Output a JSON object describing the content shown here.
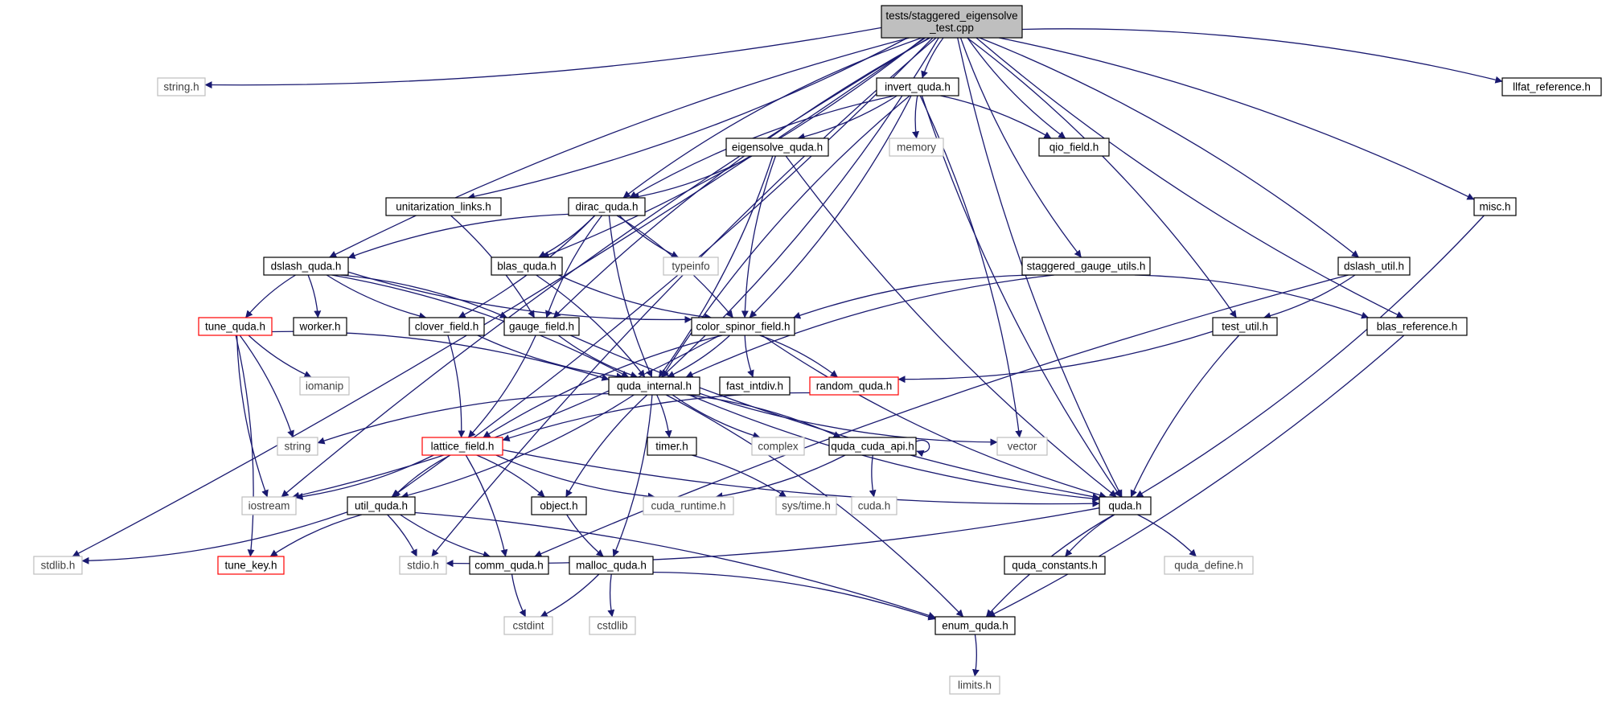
{
  "graph": {
    "colors": {
      "edge": "#191970",
      "root_fill": "#bfbfbf",
      "node_border": "#000000",
      "external_border": "#bfbfbf",
      "external_text": "#404040",
      "truncated_border": "#ff0000",
      "text": "#000000"
    },
    "nodes": [
      {
        "id": "root",
        "lines": [
          "tests/staggered_eigensolve",
          "_test.cpp"
        ],
        "kind": "root"
      },
      {
        "id": "string_h",
        "lines": [
          "string.h"
        ],
        "kind": "external"
      },
      {
        "id": "invert_quda",
        "lines": [
          "invert_quda.h"
        ],
        "kind": "normal"
      },
      {
        "id": "llfat_ref",
        "lines": [
          "llfat_reference.h"
        ],
        "kind": "normal"
      },
      {
        "id": "eigensolve_quda",
        "lines": [
          "eigensolve_quda.h"
        ],
        "kind": "normal"
      },
      {
        "id": "memory",
        "lines": [
          "memory"
        ],
        "kind": "external"
      },
      {
        "id": "qio_field",
        "lines": [
          "qio_field.h"
        ],
        "kind": "normal"
      },
      {
        "id": "unitarization",
        "lines": [
          "unitarization_links.h"
        ],
        "kind": "normal"
      },
      {
        "id": "dirac_quda",
        "lines": [
          "dirac_quda.h"
        ],
        "kind": "normal"
      },
      {
        "id": "misc",
        "lines": [
          "misc.h"
        ],
        "kind": "normal"
      },
      {
        "id": "dslash_quda",
        "lines": [
          "dslash_quda.h"
        ],
        "kind": "normal"
      },
      {
        "id": "blas_quda",
        "lines": [
          "blas_quda.h"
        ],
        "kind": "normal"
      },
      {
        "id": "typeinfo",
        "lines": [
          "typeinfo"
        ],
        "kind": "external"
      },
      {
        "id": "staggered_gauge",
        "lines": [
          "staggered_gauge_utils.h"
        ],
        "kind": "normal"
      },
      {
        "id": "dslash_util",
        "lines": [
          "dslash_util.h"
        ],
        "kind": "normal"
      },
      {
        "id": "tune_quda",
        "lines": [
          "tune_quda.h"
        ],
        "kind": "truncated"
      },
      {
        "id": "worker",
        "lines": [
          "worker.h"
        ],
        "kind": "normal"
      },
      {
        "id": "clover_field",
        "lines": [
          "clover_field.h"
        ],
        "kind": "normal"
      },
      {
        "id": "gauge_field",
        "lines": [
          "gauge_field.h"
        ],
        "kind": "normal"
      },
      {
        "id": "color_spinor",
        "lines": [
          "color_spinor_field.h"
        ],
        "kind": "normal"
      },
      {
        "id": "test_util",
        "lines": [
          "test_util.h"
        ],
        "kind": "normal"
      },
      {
        "id": "blas_ref",
        "lines": [
          "blas_reference.h"
        ],
        "kind": "normal"
      },
      {
        "id": "iomanip",
        "lines": [
          "iomanip"
        ],
        "kind": "external"
      },
      {
        "id": "quda_internal",
        "lines": [
          "quda_internal.h"
        ],
        "kind": "normal"
      },
      {
        "id": "fast_intdiv",
        "lines": [
          "fast_intdiv.h"
        ],
        "kind": "normal"
      },
      {
        "id": "random_quda",
        "lines": [
          "random_quda.h"
        ],
        "kind": "truncated"
      },
      {
        "id": "string",
        "lines": [
          "string"
        ],
        "kind": "external"
      },
      {
        "id": "lattice_field",
        "lines": [
          "lattice_field.h"
        ],
        "kind": "truncated"
      },
      {
        "id": "timer",
        "lines": [
          "timer.h"
        ],
        "kind": "normal"
      },
      {
        "id": "complex",
        "lines": [
          "complex"
        ],
        "kind": "external"
      },
      {
        "id": "quda_cuda_api",
        "lines": [
          "quda_cuda_api.h"
        ],
        "kind": "normal"
      },
      {
        "id": "vector",
        "lines": [
          "vector"
        ],
        "kind": "external"
      },
      {
        "id": "iostream",
        "lines": [
          "iostream"
        ],
        "kind": "external"
      },
      {
        "id": "util_quda",
        "lines": [
          "util_quda.h"
        ],
        "kind": "normal"
      },
      {
        "id": "object",
        "lines": [
          "object.h"
        ],
        "kind": "normal"
      },
      {
        "id": "cuda_runtime",
        "lines": [
          "cuda_runtime.h"
        ],
        "kind": "external"
      },
      {
        "id": "sys_time",
        "lines": [
          "sys/time.h"
        ],
        "kind": "external"
      },
      {
        "id": "cuda_h",
        "lines": [
          "cuda.h"
        ],
        "kind": "external"
      },
      {
        "id": "quda_h",
        "lines": [
          "quda.h"
        ],
        "kind": "normal"
      },
      {
        "id": "stdlib",
        "lines": [
          "stdlib.h"
        ],
        "kind": "external"
      },
      {
        "id": "tune_key",
        "lines": [
          "tune_key.h"
        ],
        "kind": "truncated"
      },
      {
        "id": "stdio",
        "lines": [
          "stdio.h"
        ],
        "kind": "external"
      },
      {
        "id": "comm_quda",
        "lines": [
          "comm_quda.h"
        ],
        "kind": "normal"
      },
      {
        "id": "malloc_quda",
        "lines": [
          "malloc_quda.h"
        ],
        "kind": "normal"
      },
      {
        "id": "quda_constants",
        "lines": [
          "quda_constants.h"
        ],
        "kind": "normal"
      },
      {
        "id": "quda_define",
        "lines": [
          "quda_define.h"
        ],
        "kind": "external"
      },
      {
        "id": "cstdint",
        "lines": [
          "cstdint"
        ],
        "kind": "external"
      },
      {
        "id": "cstdlib",
        "lines": [
          "cstdlib"
        ],
        "kind": "external"
      },
      {
        "id": "enum_quda",
        "lines": [
          "enum_quda.h"
        ],
        "kind": "normal"
      },
      {
        "id": "limits",
        "lines": [
          "limits.h"
        ],
        "kind": "external"
      }
    ],
    "edges": [
      [
        "root",
        "string_h"
      ],
      [
        "root",
        "invert_quda"
      ],
      [
        "root",
        "llfat_ref"
      ],
      [
        "root",
        "qio_field"
      ],
      [
        "root",
        "unitarization"
      ],
      [
        "root",
        "dirac_quda"
      ],
      [
        "root",
        "misc"
      ],
      [
        "root",
        "dslash_quda"
      ],
      [
        "root",
        "blas_quda"
      ],
      [
        "root",
        "staggered_gauge"
      ],
      [
        "root",
        "dslash_util"
      ],
      [
        "root",
        "gauge_field"
      ],
      [
        "root",
        "test_util"
      ],
      [
        "root",
        "blas_ref"
      ],
      [
        "root",
        "quda_internal"
      ],
      [
        "root",
        "iostream"
      ],
      [
        "root",
        "util_quda"
      ],
      [
        "root",
        "quda_h"
      ],
      [
        "root",
        "stdlib"
      ],
      [
        "root",
        "stdio"
      ],
      [
        "invert_quda",
        "eigensolve_quda"
      ],
      [
        "invert_quda",
        "memory"
      ],
      [
        "invert_quda",
        "qio_field"
      ],
      [
        "invert_quda",
        "dirac_quda"
      ],
      [
        "invert_quda",
        "color_spinor"
      ],
      [
        "invert_quda",
        "quda_internal"
      ],
      [
        "invert_quda",
        "vector"
      ],
      [
        "invert_quda",
        "quda_h"
      ],
      [
        "eigensolve_quda",
        "dirac_quda"
      ],
      [
        "eigensolve_quda",
        "color_spinor"
      ],
      [
        "eigensolve_quda",
        "quda_internal"
      ],
      [
        "eigensolve_quda",
        "quda_h"
      ],
      [
        "unitarization",
        "gauge_field"
      ],
      [
        "dirac_quda",
        "dslash_quda"
      ],
      [
        "dirac_quda",
        "blas_quda"
      ],
      [
        "dirac_quda",
        "typeinfo"
      ],
      [
        "dirac_quda",
        "clover_field"
      ],
      [
        "dirac_quda",
        "gauge_field"
      ],
      [
        "dirac_quda",
        "color_spinor"
      ],
      [
        "dirac_quda",
        "quda_internal"
      ],
      [
        "misc",
        "quda_h"
      ],
      [
        "dslash_quda",
        "tune_quda"
      ],
      [
        "dslash_quda",
        "worker"
      ],
      [
        "dslash_quda",
        "clover_field"
      ],
      [
        "dslash_quda",
        "gauge_field"
      ],
      [
        "dslash_quda",
        "color_spinor"
      ],
      [
        "dslash_quda",
        "quda_internal"
      ],
      [
        "blas_quda",
        "color_spinor"
      ],
      [
        "blas_quda",
        "quda_internal"
      ],
      [
        "staggered_gauge",
        "color_spinor"
      ],
      [
        "staggered_gauge",
        "blas_ref"
      ],
      [
        "staggered_gauge",
        "quda_internal"
      ],
      [
        "dslash_util",
        "test_util"
      ],
      [
        "dslash_util",
        "comm_quda"
      ],
      [
        "tune_quda",
        "quda_internal"
      ],
      [
        "tune_quda",
        "iomanip"
      ],
      [
        "tune_quda",
        "string"
      ],
      [
        "tune_quda",
        "iostream"
      ],
      [
        "tune_quda",
        "tune_key"
      ],
      [
        "clover_field",
        "quda_internal"
      ],
      [
        "clover_field",
        "lattice_field"
      ],
      [
        "gauge_field",
        "quda_internal"
      ],
      [
        "gauge_field",
        "lattice_field"
      ],
      [
        "gauge_field",
        "quda_h"
      ],
      [
        "color_spinor",
        "quda_internal"
      ],
      [
        "color_spinor",
        "fast_intdiv"
      ],
      [
        "color_spinor",
        "random_quda"
      ],
      [
        "color_spinor",
        "lattice_field"
      ],
      [
        "color_spinor",
        "iostream"
      ],
      [
        "color_spinor",
        "quda_h"
      ],
      [
        "test_util",
        "random_quda"
      ],
      [
        "test_util",
        "quda_h"
      ],
      [
        "blas_ref",
        "enum_quda"
      ],
      [
        "quda_internal",
        "string"
      ],
      [
        "quda_internal",
        "timer"
      ],
      [
        "quda_internal",
        "complex"
      ],
      [
        "quda_internal",
        "quda_cuda_api"
      ],
      [
        "quda_internal",
        "vector"
      ],
      [
        "quda_internal",
        "util_quda"
      ],
      [
        "quda_internal",
        "object"
      ],
      [
        "quda_internal",
        "malloc_quda"
      ],
      [
        "quda_internal",
        "quda_h"
      ],
      [
        "quda_internal",
        "enum_quda"
      ],
      [
        "random_quda",
        "lattice_field"
      ],
      [
        "lattice_field",
        "iostream"
      ],
      [
        "lattice_field",
        "util_quda"
      ],
      [
        "lattice_field",
        "object"
      ],
      [
        "lattice_field",
        "cuda_runtime"
      ],
      [
        "lattice_field",
        "comm_quda"
      ],
      [
        "lattice_field",
        "quda_h"
      ],
      [
        "timer",
        "sys_time"
      ],
      [
        "quda_cuda_api",
        "quda_cuda_api"
      ],
      [
        "quda_cuda_api",
        "cuda_runtime"
      ],
      [
        "quda_cuda_api",
        "cuda_h"
      ],
      [
        "util_quda",
        "stdlib"
      ],
      [
        "util_quda",
        "tune_key"
      ],
      [
        "util_quda",
        "stdio"
      ],
      [
        "util_quda",
        "comm_quda"
      ],
      [
        "util_quda",
        "enum_quda"
      ],
      [
        "object",
        "malloc_quda"
      ],
      [
        "quda_h",
        "stdio"
      ],
      [
        "quda_h",
        "quda_constants"
      ],
      [
        "quda_h",
        "quda_define"
      ],
      [
        "quda_h",
        "enum_quda"
      ],
      [
        "malloc_quda",
        "cstdint"
      ],
      [
        "malloc_quda",
        "cstdlib"
      ],
      [
        "malloc_quda",
        "enum_quda"
      ],
      [
        "comm_quda",
        "cstdint"
      ],
      [
        "enum_quda",
        "limits"
      ]
    ]
  }
}
